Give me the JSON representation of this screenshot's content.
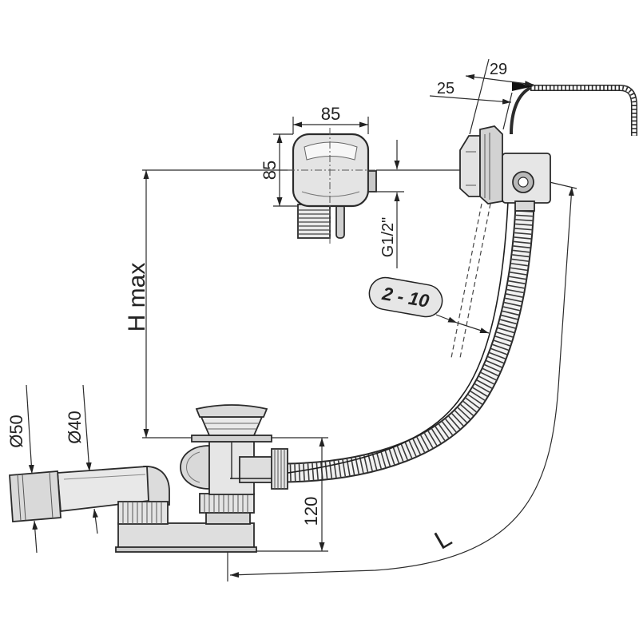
{
  "labels": {
    "dim_29": "29",
    "dim_25": "25",
    "dim_85_width": "85",
    "dim_85_height": "85",
    "thread": "G1/2\"",
    "range": "2 - 10",
    "h_max": "H max",
    "dia_50": "Ø50",
    "dia_40": "Ø40",
    "dim_120": "120",
    "length": "L"
  }
}
